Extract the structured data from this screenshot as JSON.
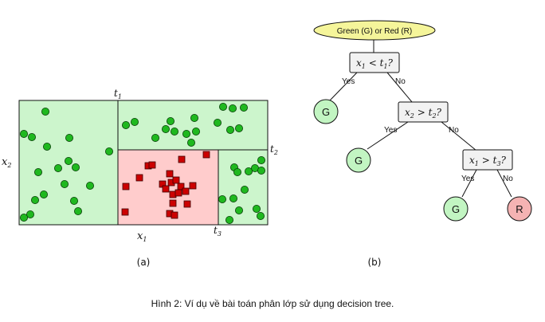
{
  "partition": {
    "labels": {
      "x1": {
        "main": "x",
        "sub": "1"
      },
      "x2": {
        "main": "x",
        "sub": "2"
      },
      "t1": {
        "main": "t",
        "sub": "1"
      },
      "t2": {
        "main": "t",
        "sub": "2"
      },
      "t3": {
        "main": "t",
        "sub": "3"
      }
    },
    "colors": {
      "green_region": "#ccf5cc",
      "red_region": "#ffcccc",
      "green_point": "#1fb81f",
      "red_point": "#cc0000"
    },
    "panel_label": "(a)"
  },
  "tree": {
    "root": "Green (G) or Red (R)",
    "conditions": [
      {
        "var": "x",
        "var_sub": "1",
        "op": "<",
        "thr": "t",
        "thr_sub": "1"
      },
      {
        "var": "x",
        "var_sub": "2",
        "op": ">",
        "thr": "t",
        "thr_sub": "2"
      },
      {
        "var": "x",
        "var_sub": "1",
        "op": ">",
        "thr": "t",
        "thr_sub": "3"
      }
    ],
    "yes_label": "Yes",
    "no_label": "No",
    "leaves": [
      "G",
      "G",
      "G",
      "R"
    ],
    "colors": {
      "root_fill": "#f5f59a",
      "leaf_green": "#c2f5c2",
      "leaf_red": "#f5b3b3",
      "box_fill": "#f2f2f2"
    },
    "panel_label": "(b)"
  },
  "caption": "Hình 2: Ví dụ về bài toán phân lớp sử dụng decision tree."
}
